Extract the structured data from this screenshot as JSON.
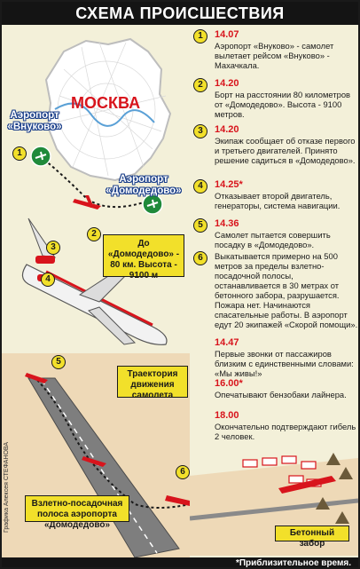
{
  "title": "СХЕМА ПРОИСШЕСТВИЯ",
  "map": {
    "city": "МОСКВА",
    "airport_vnukovo": "Аэропорт «Внуково»",
    "airport_domodedovo": "Аэропорт «Домодедово»"
  },
  "callouts": {
    "distance_altitude": "До «Домодедово» - 80 км. Высота - 9100 м",
    "trajectory": "Траектория движения самолета",
    "runway": "Взлетно-посадочная полоса аэропорта «Домодедово»",
    "concrete_fence": "Бетонный забор"
  },
  "credit": "Графика Алексея СТЕФАНОВА",
  "footnote": "*Приблизительное время.",
  "timeline": [
    {
      "num": "1",
      "time": "14.07",
      "text": "Аэропорт «Внуково» - самолет вылетает рейсом «Внуково» - Махачкала."
    },
    {
      "num": "2",
      "time": "14.20",
      "text": "Борт на расстоянии 80 километров от «Домодедово». Высота - 9100 метров."
    },
    {
      "num": "3",
      "time": "14.20",
      "text": "Экипаж сообщает об отказе первого и третьего двигателей. Принято решение садиться в «Домодедово»."
    },
    {
      "num": "4",
      "time": "14.25*",
      "text": "Отказывает второй двигатель, генераторы, система навигации."
    },
    {
      "num": "5",
      "time": "14.36",
      "text": "Самолет пытается совершить посадку в «Домодедово»."
    },
    {
      "num": "6",
      "time": "",
      "text": "Выкатывается примерно на 500 метров за пределы взлетно-посадочной полосы, останавливается в 30 метрах от бетонного забора, разрушается. Пожара нет. Начинаются спасательные работы. В аэропорт едут 20 экипажей «Скорой помощи»."
    },
    {
      "num": "",
      "time": "14.47",
      "text": "Первые звонки от пассажиров близким с единственными словами: «Мы живы!»"
    },
    {
      "num": "",
      "time": "16.00*",
      "text": "Опечатывают бензобаки лайнера."
    },
    {
      "num": "",
      "time": "18.00",
      "text": "Окончательно подтверждают гибель 2 человек."
    }
  ],
  "markers": [
    "1",
    "2",
    "3",
    "4",
    "5",
    "6"
  ],
  "colors": {
    "accent": "#d8141c",
    "badge": "#f2e02a",
    "label_blue": "#1b3f8a",
    "airport_green": "#1f8a3a",
    "sand": "#e9c79a"
  },
  "icons": [
    "airport-plane-icon",
    "airport-plane-icon",
    "plane-icon",
    "fire-truck-icon",
    "tree-icon"
  ]
}
